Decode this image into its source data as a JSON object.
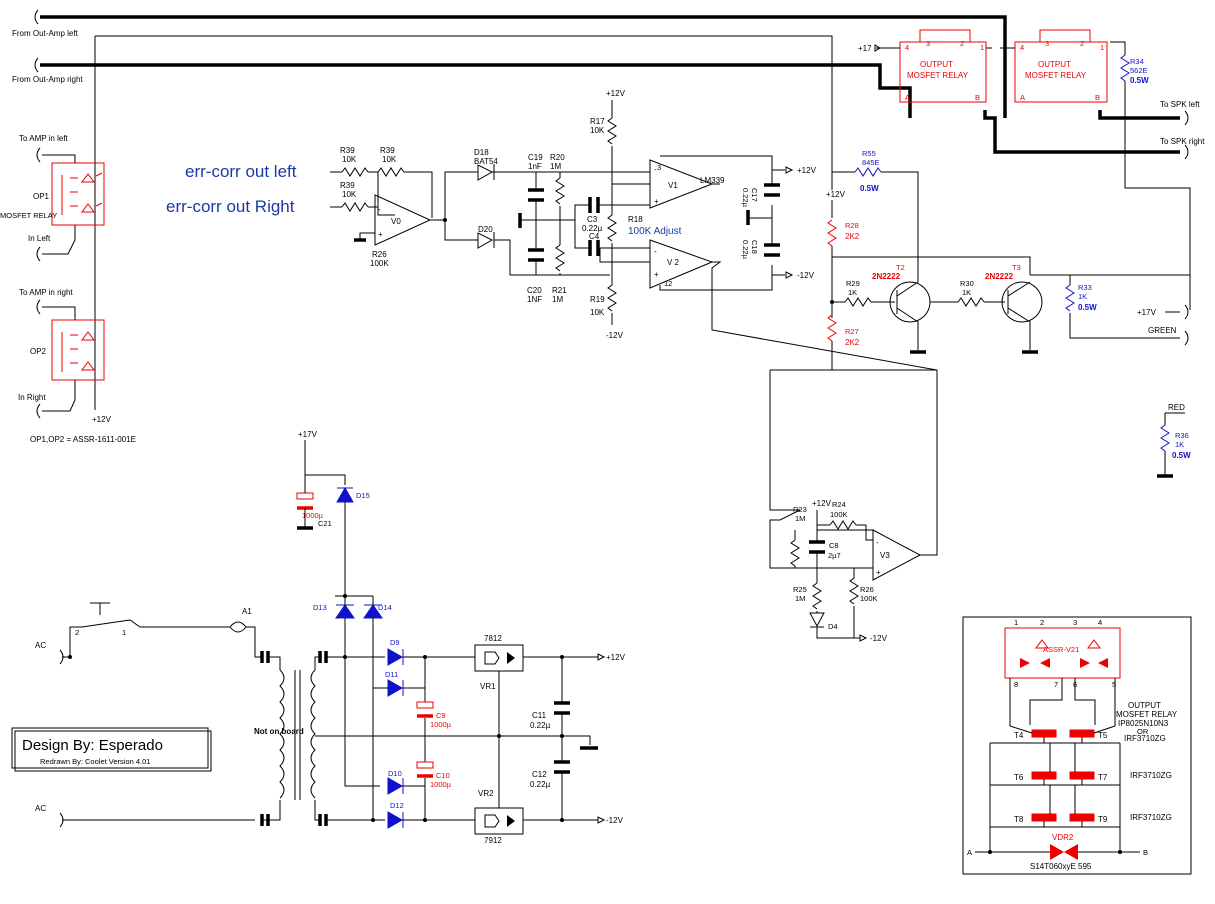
{
  "inputs": {
    "out_amp_left": "From Out-Amp left",
    "out_amp_right": "From Out-Amp right",
    "amp_in_left": "To AMP in left",
    "amp_in_right": "To AMP in right",
    "in_left": "In Left",
    "in_right": "In Right",
    "errcorr_left": "err-corr out left",
    "errcorr_right": "err-corr out Right",
    "spk_left": "To SPK left",
    "spk_right": "To SPK right",
    "green": "GREEN",
    "red": "RED",
    "ac1": "AC",
    "ac2": "AC"
  },
  "optos": {
    "op1": "OP1",
    "op1_sub": "MOSFET RELAY",
    "op2": "OP2",
    "note": "OP1,OP2 = ASSR-1611-001E"
  },
  "relays": {
    "label1": "OUTPUT",
    "label2": "MOSFET RELAY",
    "pin4": "4",
    "pin3": "3",
    "pin2": "2",
    "pin1": "1",
    "pinA": "A",
    "pinB": "B",
    "plus17": "+17"
  },
  "components": {
    "r39a": "R39",
    "r39a_v": "10K",
    "r39b": "R39",
    "r39b_v": "10K",
    "r39c": "R39",
    "r39c_v": "10K",
    "v0": "V0",
    "r26a": "R26",
    "r26a_v": "100K",
    "d18": "D18",
    "d18_v": "BAT54",
    "d20": "D20",
    "c19": "C19",
    "c19_v": "1nF",
    "r20": "R20",
    "r20_v": "1M",
    "c20": "C20",
    "c20_v": "1NF",
    "r21": "R21",
    "r21_v": "1M",
    "c3": "C3",
    "c3_v": "0.22µ",
    "c4": "C4",
    "r18": "R18",
    "r18_v": "100K Adjust",
    "r17": "R17",
    "r17_v": "10K",
    "r19": "R19",
    "r19_v": "10K",
    "v1": "V1",
    "v2": "V 2",
    "lm339": "LM339",
    "pin3": "3",
    "pin12": "12",
    "c17": "C17",
    "c17_v": "0.22µ",
    "c18": "C18",
    "c18_v": "0.22µ",
    "plus12": "+12V",
    "minus12": "-12V",
    "r55": "R55",
    "r55_v": "845E",
    "r55_w": "0.5W",
    "r34": "R34",
    "r34_v": "562E",
    "r34_w": "0.5W",
    "r28": "R28",
    "r28_v": "2K2",
    "r27": "R27",
    "r27_v": "2K2",
    "r29": "R29",
    "r29_v": "1K",
    "r30": "R30",
    "r30_v": "1K",
    "t2": "T2",
    "t2_v": "2N2222",
    "t3": "T3",
    "t3_v": "2N2222",
    "r33": "R33",
    "r33_v": "1K",
    "r33_w": "0.5W",
    "r36": "R36",
    "r36_v": "1K",
    "r36_w": "0.5W",
    "plus17v": "+17V",
    "r23": "R23",
    "r23_v": "1M",
    "r24": "R24",
    "r24_v": "100K",
    "c8": "C8",
    "c8_v": "2µ7",
    "v3": "V3",
    "r25": "R25",
    "r25_v": "1M",
    "r26b": "R26",
    "r26b_v": "100K",
    "d4": "D4",
    "d15": "D15",
    "c21": "C21",
    "c21_v": "1000µ",
    "d13": "D13",
    "d14": "D14",
    "d9": "D9",
    "d11": "D11",
    "d10": "D10",
    "d12": "D12",
    "c9": "C9",
    "c9_v": "1000µ",
    "c10": "C10",
    "c10_v": "1000µ",
    "vr1": "VR1",
    "vr1_t": "7812",
    "vr2": "VR2",
    "vr2_t": "7912",
    "c11": "C11",
    "c11_v": "0.22µ",
    "c12": "C12",
    "c12_v": "0.22µ",
    "a1": "A1",
    "not_on_board": "Not on board",
    "sw2": "2",
    "sw1": "1"
  },
  "design": {
    "title": "Design By: Esperado",
    "sub": "Redrawn By: Coolet     Version 4.01"
  },
  "inset": {
    "assr": "ASSR-V21",
    "out1": "OUTPUT",
    "out2": "MOSFET RELAY",
    "out3": "IP8025N10N3",
    "out4": "OR",
    "out5": "IRF3710ZG",
    "irf2": "IRF3710ZG",
    "irf3": "IRF3710ZG",
    "t4": "T4",
    "t5": "T5",
    "t6": "T6",
    "t7": "T7",
    "t8": "T8",
    "t9": "T9",
    "vdr2": "VDR2",
    "vdr_v": "S14T060xyE 595",
    "a": "A",
    "b": "B",
    "p1": "1",
    "p2": "2",
    "p3": "3",
    "p4": "4",
    "p5": "5",
    "p6": "6",
    "p7": "7",
    "p8": "8"
  }
}
